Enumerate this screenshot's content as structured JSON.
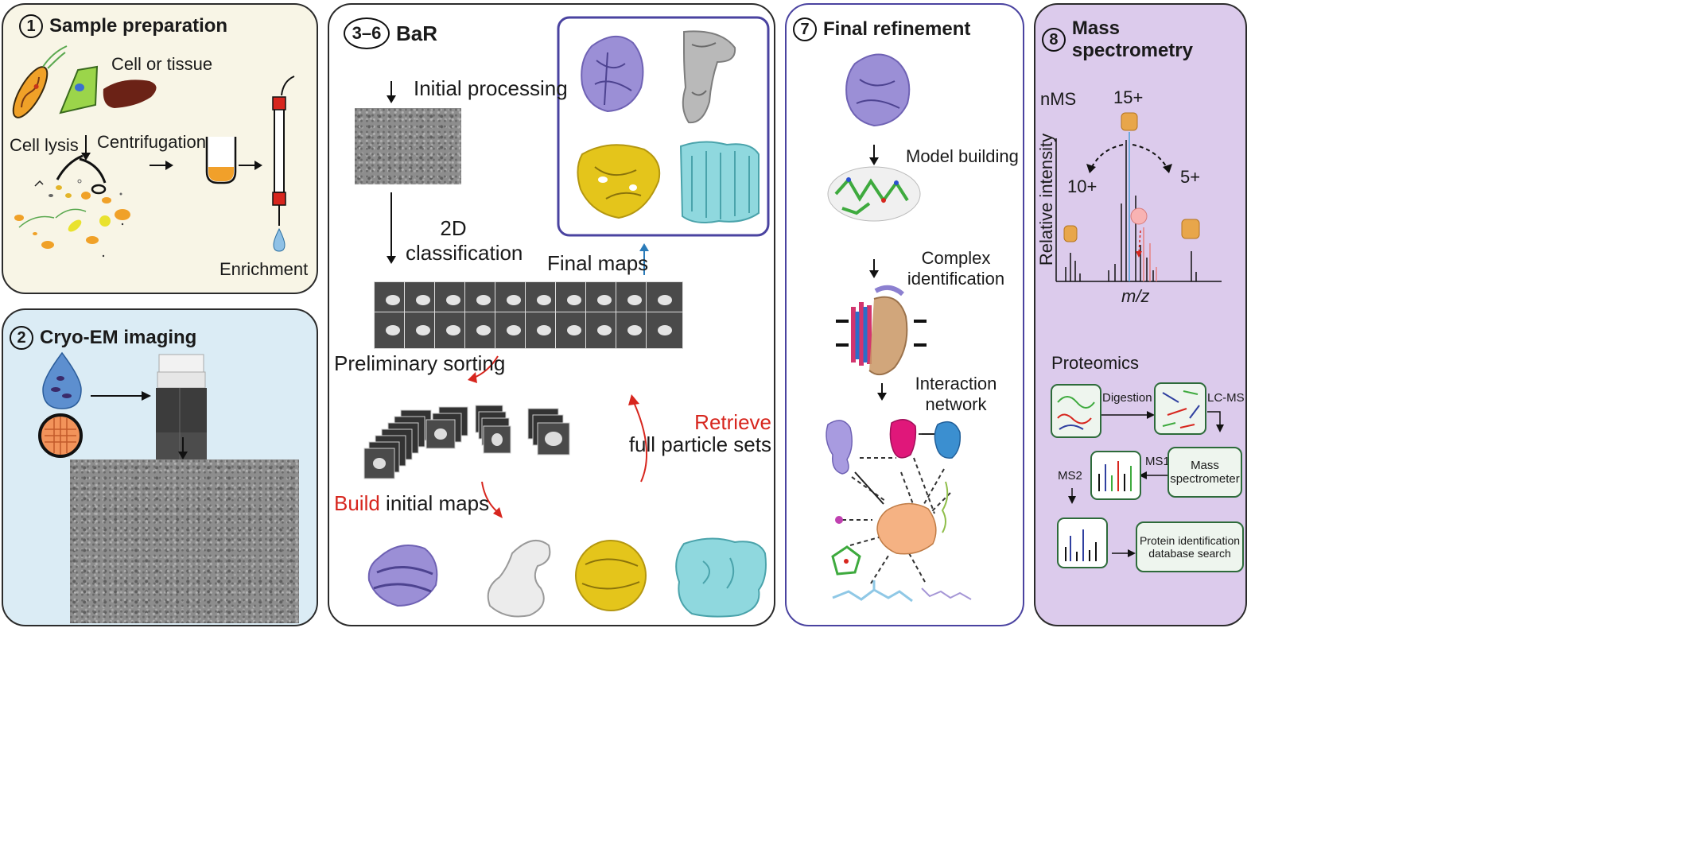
{
  "panel1": {
    "num": "1",
    "title": "Sample preparation",
    "cell_or_tissue": "Cell or tissue",
    "cell_lysis": "Cell lysis",
    "centrifugation": "Centrifugation",
    "enrichment": "Enrichment"
  },
  "panel2": {
    "num": "2",
    "title": "Cryo-EM imaging"
  },
  "panel3": {
    "num": "3–6",
    "title": "BaR",
    "initial_processing": "Initial processing",
    "classification_2d_line1": "2D",
    "classification_2d_line2": "classification",
    "final_maps": "Final maps",
    "preliminary_sorting": "Preliminary sorting",
    "build_word": "Build",
    "build_rest": " initial maps",
    "retrieve_word": "Retrieve",
    "retrieve_rest": "full particle sets"
  },
  "panel7": {
    "num": "7",
    "title": "Final refinement",
    "model_building": "Model building",
    "complex_line1": "Complex",
    "complex_line2": "identification",
    "interaction_line1": "Interaction",
    "interaction_line2": "network"
  },
  "panel8": {
    "num": "8",
    "title": "Mass spectrometry",
    "nms": "nMS",
    "charge_15": "15+",
    "charge_10": "10+",
    "charge_5": "5+",
    "ylabel": "Relative intensity",
    "xlabel": "m/z",
    "proteomics": "Proteomics",
    "digestion": "Digestion",
    "lcms": "LC-MS",
    "ms1": "MS1",
    "ms2": "MS2",
    "mass_spec_line1": "Mass",
    "mass_spec_line2": "spectrometer",
    "protein_id_line1": "Protein identification",
    "protein_id_line2": "database search"
  },
  "colors": {
    "panel1_bg": "#f8f5e6",
    "panel2_bg": "#dbecf5",
    "panel8_bg": "#dccbec",
    "panel7_border": "#4a43a0",
    "final_maps_border": "#4a43a0",
    "accent_red": "#d7261e",
    "arrow_blue": "#2b7bb9",
    "purple_map": "#9b8fd6",
    "yellow_map": "#e4c51b",
    "cyan_map": "#8fd8de",
    "grey_map": "#b9b9b9"
  }
}
